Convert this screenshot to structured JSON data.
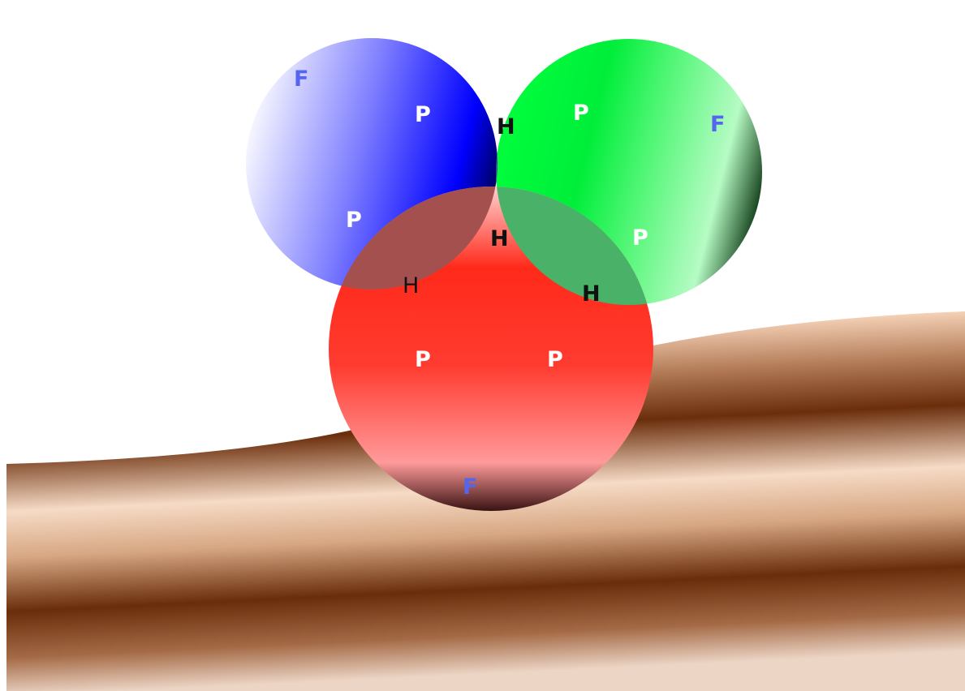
{
  "diagram": {
    "sets": [
      {
        "name": "blue",
        "fill_color": "#0000ff"
      },
      {
        "name": "green",
        "fill_color": "#00e63c"
      },
      {
        "name": "red",
        "fill_color": "#ff1e1e"
      }
    ],
    "regions": {
      "blue_only": "F",
      "green_only": "F",
      "red_only": "F",
      "blue_near_green": "P",
      "blue_near_red": "P",
      "green_near_blue": "P",
      "green_near_red": "P",
      "red_near_blue": "P",
      "red_near_green": "P",
      "blue_green": "H",
      "blue_red": "H",
      "green_red": "H",
      "center": "H"
    },
    "colors": {
      "f_label": "#5566ee",
      "p_label": "#ffffff",
      "h_label": "#111111",
      "blue_green_overlap": "#3f3fa6",
      "blue_red_overlap": "#a4504e",
      "green_red_overlap": "#49b268",
      "center_overlap": "#13241a",
      "ribbon_dark": "#6b2e0c",
      "ribbon_light": "#f6d9c4"
    }
  }
}
